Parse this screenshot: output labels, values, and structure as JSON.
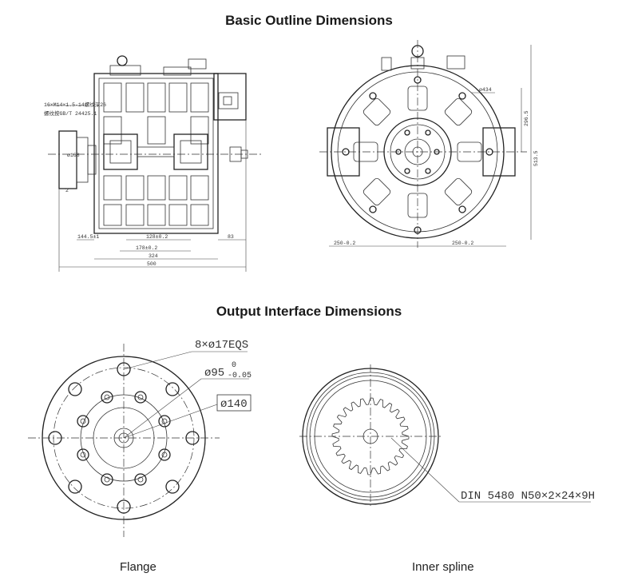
{
  "titles": {
    "outline": "Basic Outline Dimensions",
    "interface": "Output Interface Dimensions"
  },
  "captions": {
    "flange": "Flange",
    "spline": "Inner spline"
  },
  "outline_labels": {
    "thread_note_1": "16×M14×1.5-14螺纹深26",
    "thread_note_2": "螺纹按GB/T 24425.1",
    "dim_144": "144.5±1",
    "dim_128": "128±0.2",
    "dim_178": "178±0.2",
    "dim_324": "324",
    "dim_500": "500",
    "dim_83": "83",
    "dim_2": "2",
    "dim_phi": "ø168",
    "dim_250_left": "250-0.2",
    "dim_250_right": "250-0.2",
    "dim_434": "ø434",
    "dim_296": "296.5",
    "dim_513": "513.5"
  },
  "interface_labels": {
    "holes": "8×ø17EQS",
    "bore": "ø95",
    "bore_tol_upper": "0",
    "bore_tol_lower": "-0.05",
    "pcd": "ø140",
    "spline": "DIN 5480 N50×2×24×9H"
  }
}
